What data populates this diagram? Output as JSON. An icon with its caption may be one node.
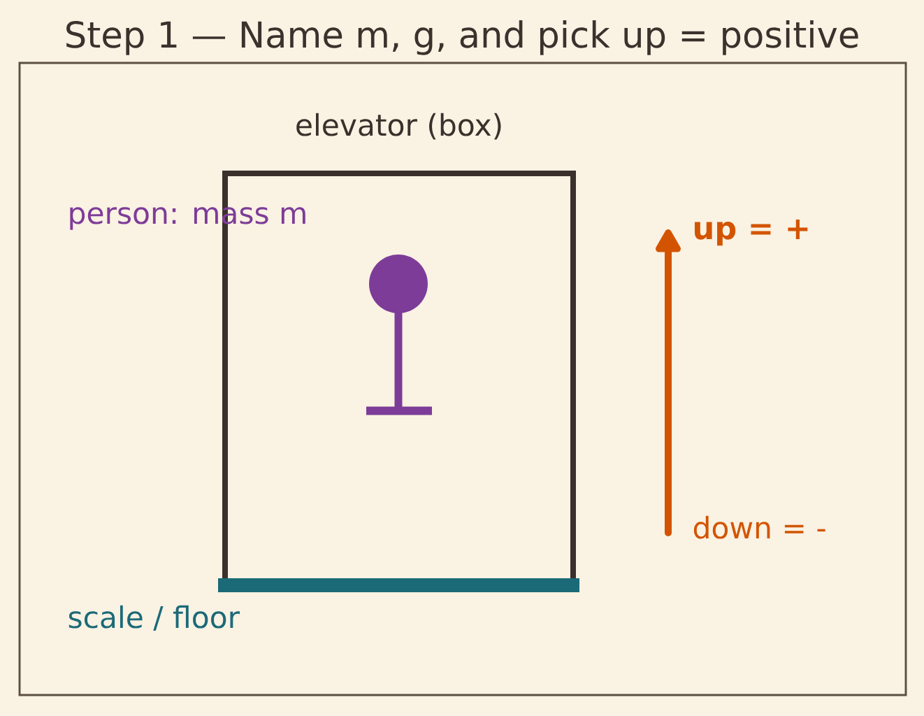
{
  "diagram": {
    "title": "Step 1 — Name m, g, and pick up = positive",
    "nodes": [
      {
        "text": [
          "elevator (box)"
        ]
      }
    ],
    "labels": [
      "person: mass m",
      "up = +",
      "down = -",
      "scale / floor"
    ]
  }
}
